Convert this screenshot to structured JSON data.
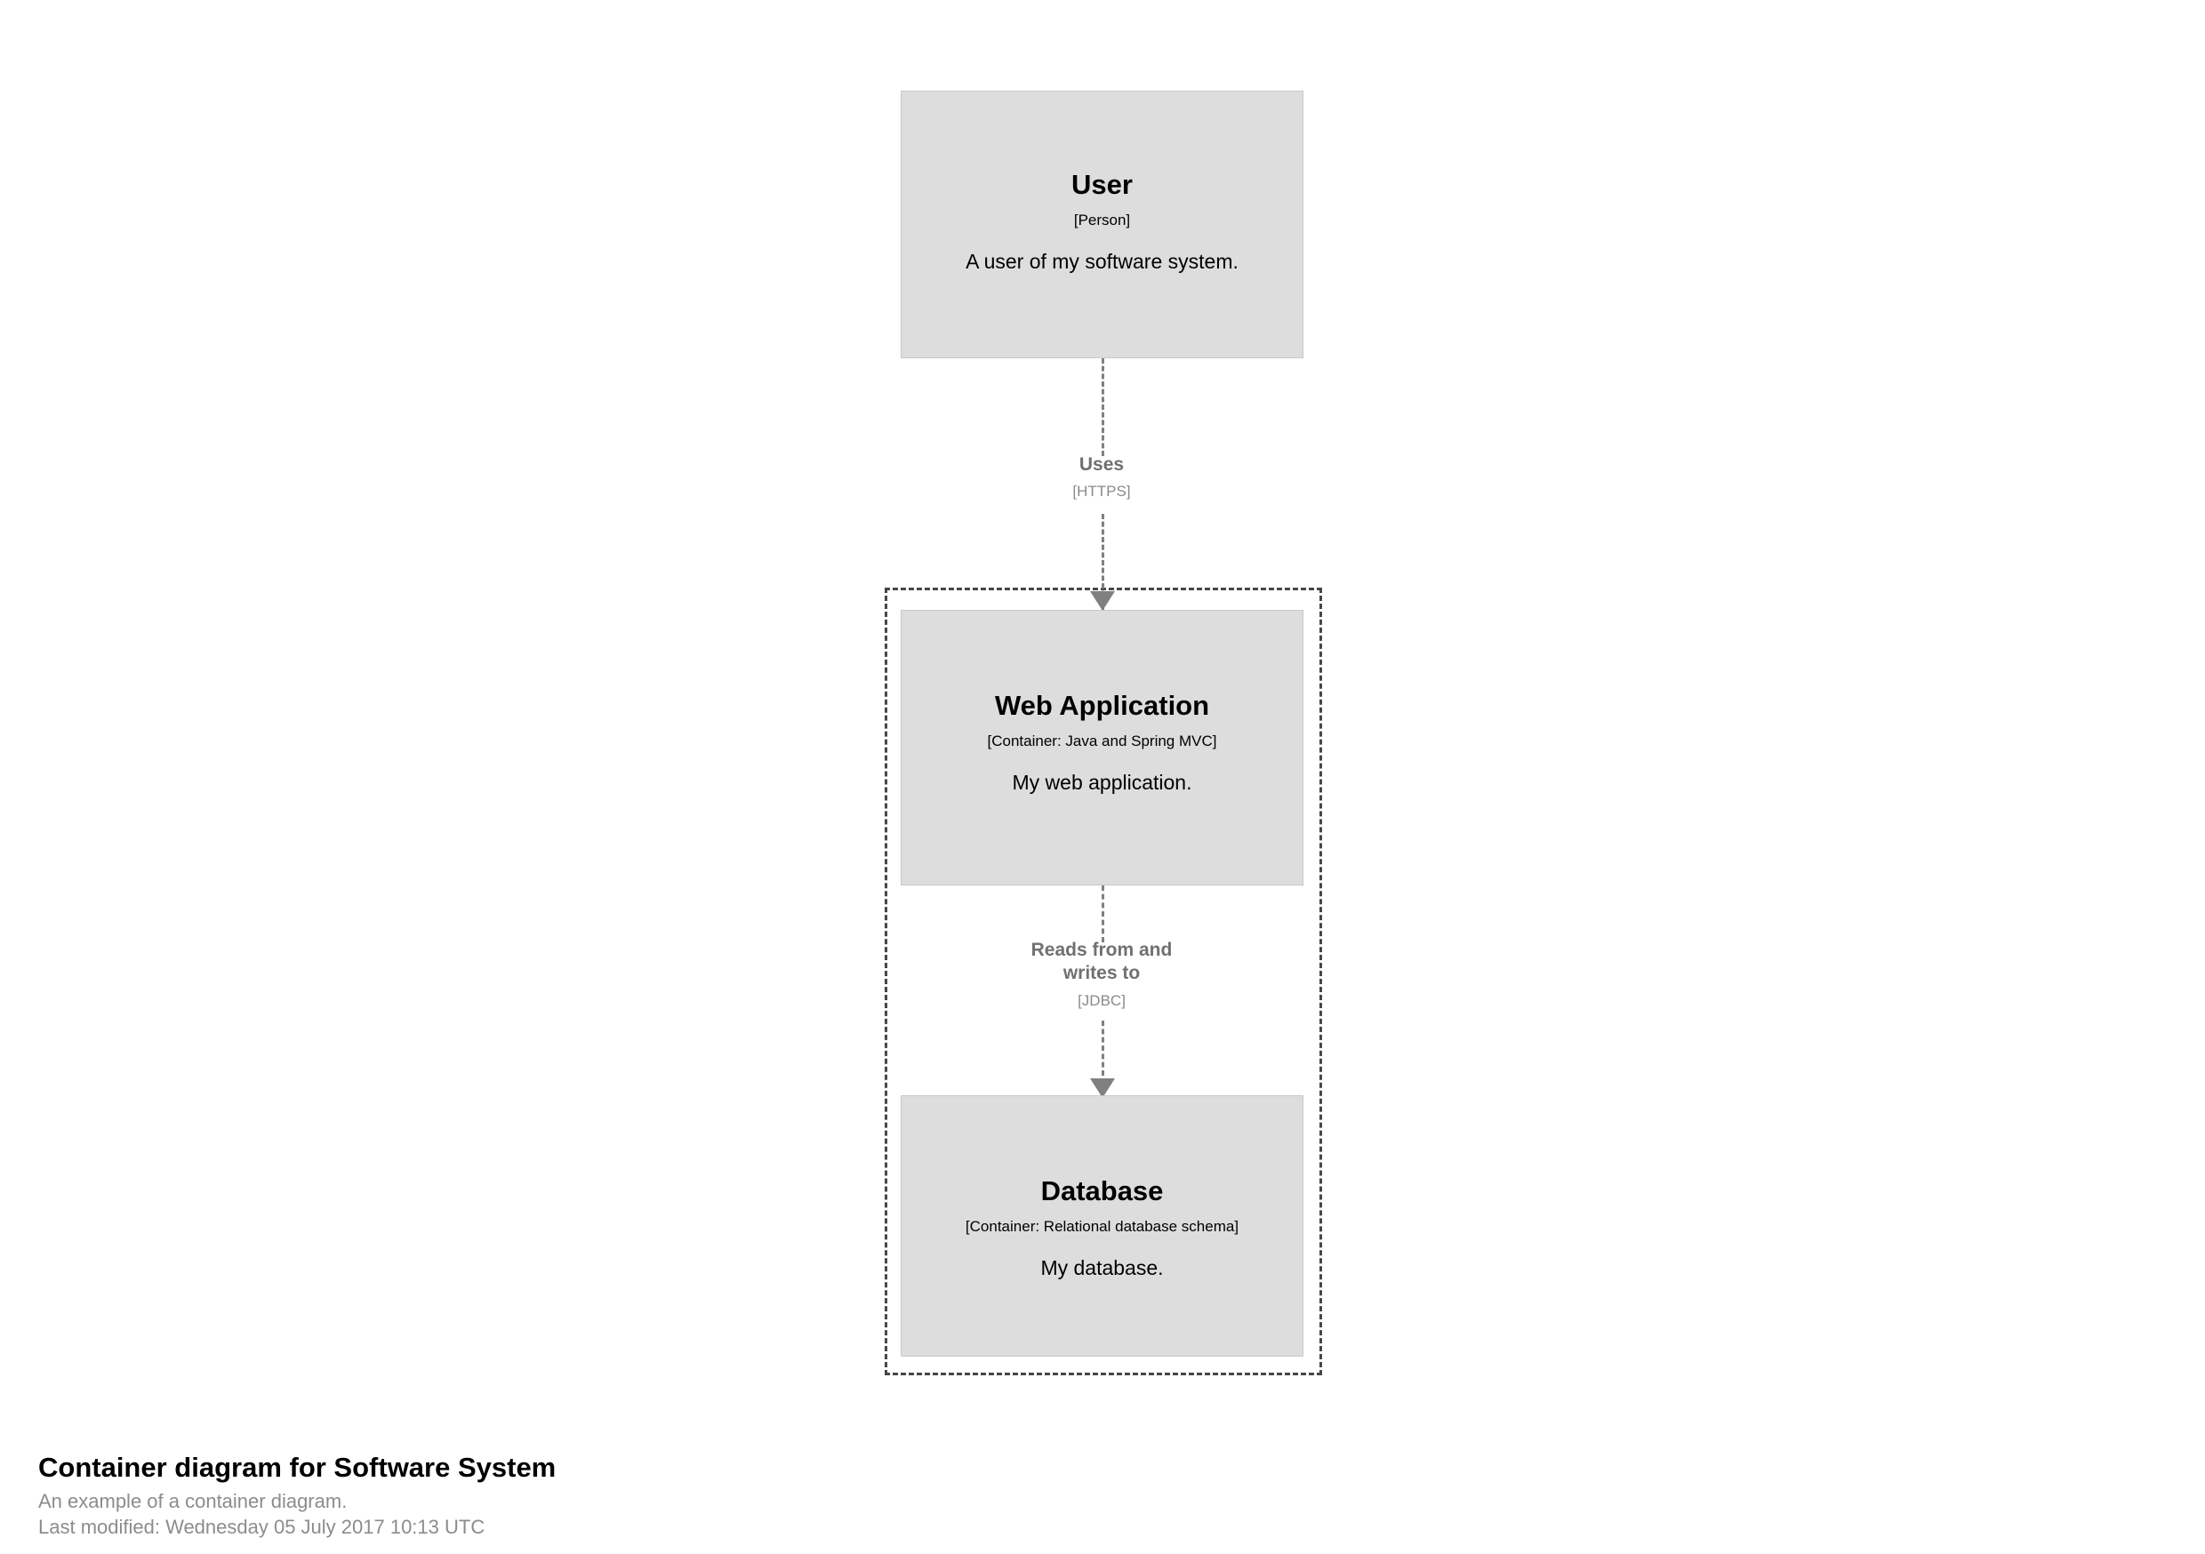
{
  "diagram": {
    "type": "c4-container-diagram",
    "background_color": "#ffffff",
    "element_fill_color": "#dddddd",
    "element_border_color": "#c8c8c8",
    "relationship_color": "#808080",
    "boundary_color": "#474747",
    "elements": [
      {
        "id": "user",
        "name": "User",
        "technology": "[Person]",
        "description": "A user of my software system."
      },
      {
        "id": "web-application",
        "name": "Web Application",
        "technology": "[Container: Java and Spring MVC]",
        "description": "My web application."
      },
      {
        "id": "database",
        "name": "Database",
        "technology": "[Container: Relational database schema]",
        "description": "My database."
      }
    ],
    "relationships": [
      {
        "id": "uses",
        "from": "user",
        "to": "web-application",
        "description": "Uses",
        "technology": "[HTTPS]"
      },
      {
        "id": "reads-writes",
        "from": "web-application",
        "to": "database",
        "description_line_1": "Reads from and",
        "description_line_2": "writes to",
        "technology": "[JDBC]"
      }
    ],
    "boundary": {
      "id": "software-system",
      "style": "dashed"
    }
  },
  "caption": {
    "title": "Container diagram for Software System",
    "description": "An example of a container diagram.",
    "last_modified": "Last modified: Wednesday 05 July 2017 10:13 UTC"
  }
}
